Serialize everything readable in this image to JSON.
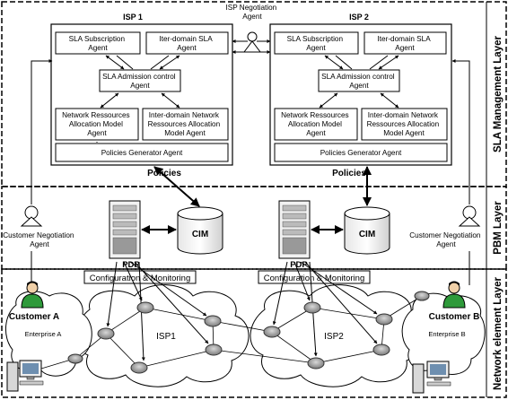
{
  "layers": {
    "sla": "SLA Management Layer",
    "pbm": "PBM Layer",
    "network": "Network element Layer"
  },
  "isp_negotiation": [
    "ISP Negotiation",
    "Agent"
  ],
  "isp1": {
    "title": "ISP 1",
    "subscription": [
      "SLA Subscription",
      "Agent"
    ],
    "interdomain_sla": [
      "Iter-domain SLA",
      "Agent"
    ],
    "admission": [
      "SLA Admission control",
      "Agent"
    ],
    "net_res": [
      "Network Ressources",
      "Allocation Model",
      "Agent"
    ],
    "interdomain_net": [
      "Inter-domain Network",
      "Ressources Allocation",
      "Model Agent"
    ],
    "policies_gen": "Policies Generator Agent",
    "policies": "Policies"
  },
  "isp2": {
    "title": "ISP 2",
    "subscription": [
      "SLA Subscription",
      "Agent"
    ],
    "interdomain_sla": [
      "Iter-domain SLA",
      "Agent"
    ],
    "admission": [
      "SLA Admission control",
      "Agent"
    ],
    "net_res": [
      "Network Ressources",
      "Allocation Model",
      "Agent"
    ],
    "interdomain_net": [
      "Inter-domain Network",
      "Ressources Allocation",
      "Model Agent"
    ],
    "policies_gen": "Policies Generator Agent",
    "policies": "Policies"
  },
  "pbm": {
    "cim1": "CIM",
    "cim2": "CIM",
    "pdp1": "PDP",
    "pdp2": "PDP",
    "customer_neg_left": [
      "Customer Negotiation",
      "Agent"
    ],
    "customer_neg_right": [
      "Customer Negotiation",
      "Agent"
    ]
  },
  "network": {
    "config1": "Configuration & Monitoring",
    "config2": "Configuration & Monitoring",
    "customer_a": "Customer A",
    "customer_b": "Customer B",
    "enterprise_a": "Enterprise A",
    "enterprise_b": "Enterprise B",
    "isp1": "ISP1",
    "isp2": "ISP2"
  }
}
